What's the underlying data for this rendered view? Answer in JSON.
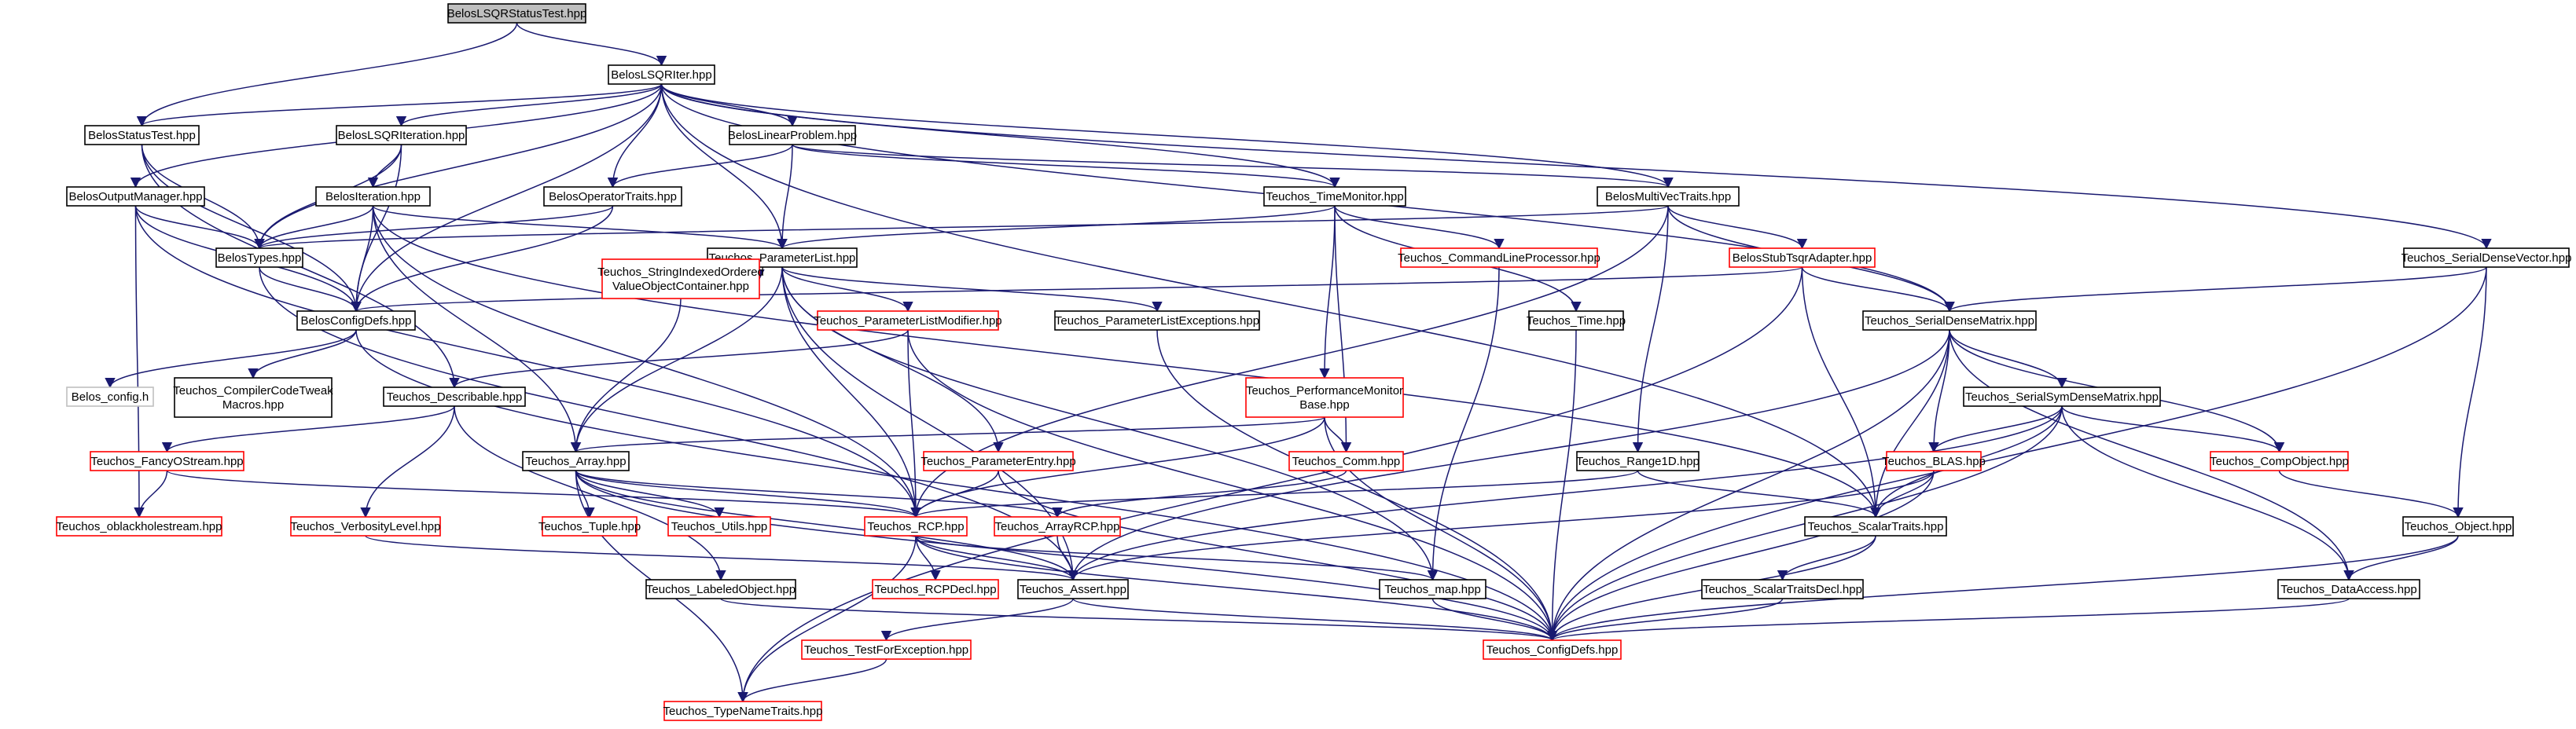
{
  "diagram": {
    "nodes": [
      {
        "id": "root",
        "lines": [
          "BelosLSQRStatusTest.hpp"
        ],
        "style": "root"
      },
      {
        "id": "lsqriter",
        "lines": [
          "BelosLSQRIter.hpp"
        ],
        "style": "black"
      },
      {
        "id": "statustest",
        "lines": [
          "BelosStatusTest.hpp"
        ],
        "style": "black"
      },
      {
        "id": "lsqriteration",
        "lines": [
          "BelosLSQRIteration.hpp"
        ],
        "style": "black"
      },
      {
        "id": "linearproblem",
        "lines": [
          "BelosLinearProblem.hpp"
        ],
        "style": "black"
      },
      {
        "id": "outputmanager",
        "lines": [
          "BelosOutputManager.hpp"
        ],
        "style": "black"
      },
      {
        "id": "iteration",
        "lines": [
          "BelosIteration.hpp"
        ],
        "style": "black"
      },
      {
        "id": "operatortraits",
        "lines": [
          "BelosOperatorTraits.hpp"
        ],
        "style": "black"
      },
      {
        "id": "timemonitor",
        "lines": [
          "Teuchos_TimeMonitor.hpp"
        ],
        "style": "black"
      },
      {
        "id": "multivectraits",
        "lines": [
          "BelosMultiVecTraits.hpp"
        ],
        "style": "black"
      },
      {
        "id": "belostypes",
        "lines": [
          "BelosTypes.hpp"
        ],
        "style": "black"
      },
      {
        "id": "parameterlist",
        "lines": [
          "Teuchos_ParameterList.hpp"
        ],
        "style": "black"
      },
      {
        "id": "cmdlineproc",
        "lines": [
          "Teuchos_CommandLineProcessor.hpp"
        ],
        "style": "red"
      },
      {
        "id": "stubtsqr",
        "lines": [
          "BelosStubTsqrAdapter.hpp"
        ],
        "style": "red"
      },
      {
        "id": "serialdensevector",
        "lines": [
          "Teuchos_SerialDenseVector.hpp"
        ],
        "style": "black"
      },
      {
        "id": "configdefs",
        "lines": [
          "BelosConfigDefs.hpp"
        ],
        "style": "black"
      },
      {
        "id": "stringindexed",
        "lines": [
          "Teuchos_StringIndexedOrdered",
          "ValueObjectContainer.hpp"
        ],
        "style": "red"
      },
      {
        "id": "paramlistmod",
        "lines": [
          "Teuchos_ParameterListModifier.hpp"
        ],
        "style": "red"
      },
      {
        "id": "paramlistexc",
        "lines": [
          "Teuchos_ParameterListExceptions.hpp"
        ],
        "style": "black"
      },
      {
        "id": "time",
        "lines": [
          "Teuchos_Time.hpp"
        ],
        "style": "black"
      },
      {
        "id": "serialdensematrix",
        "lines": [
          "Teuchos_SerialDenseMatrix.hpp"
        ],
        "style": "black"
      },
      {
        "id": "belosconfig",
        "lines": [
          "Belos_config.h"
        ],
        "style": "gray"
      },
      {
        "id": "compilertweak",
        "lines": [
          "Teuchos_CompilerCodeTweak",
          "Macros.hpp"
        ],
        "style": "black"
      },
      {
        "id": "describable",
        "lines": [
          "Teuchos_Describable.hpp"
        ],
        "style": "black"
      },
      {
        "id": "perfmonitor",
        "lines": [
          "Teuchos_PerformanceMonitor",
          "Base.hpp"
        ],
        "style": "red"
      },
      {
        "id": "serialsym",
        "lines": [
          "Teuchos_SerialSymDenseMatrix.hpp"
        ],
        "style": "black"
      },
      {
        "id": "fancyostream",
        "lines": [
          "Teuchos_FancyOStream.hpp"
        ],
        "style": "red"
      },
      {
        "id": "array",
        "lines": [
          "Teuchos_Array.hpp"
        ],
        "style": "black"
      },
      {
        "id": "paramentry",
        "lines": [
          "Teuchos_ParameterEntry.hpp"
        ],
        "style": "red"
      },
      {
        "id": "comm",
        "lines": [
          "Teuchos_Comm.hpp"
        ],
        "style": "red"
      },
      {
        "id": "range1d",
        "lines": [
          "Teuchos_Range1D.hpp"
        ],
        "style": "black"
      },
      {
        "id": "blas",
        "lines": [
          "Teuchos_BLAS.hpp"
        ],
        "style": "red"
      },
      {
        "id": "compobject",
        "lines": [
          "Teuchos_CompObject.hpp"
        ],
        "style": "red"
      },
      {
        "id": "oblackhole",
        "lines": [
          "Teuchos_oblackholestream.hpp"
        ],
        "style": "red"
      },
      {
        "id": "verbosity",
        "lines": [
          "Teuchos_VerbosityLevel.hpp"
        ],
        "style": "red"
      },
      {
        "id": "tuple",
        "lines": [
          "Teuchos_Tuple.hpp"
        ],
        "style": "red"
      },
      {
        "id": "utils",
        "lines": [
          "Teuchos_Utils.hpp"
        ],
        "style": "red"
      },
      {
        "id": "rcp",
        "lines": [
          "Teuchos_RCP.hpp"
        ],
        "style": "red"
      },
      {
        "id": "arrayrcp",
        "lines": [
          "Teuchos_ArrayRCP.hpp"
        ],
        "style": "red"
      },
      {
        "id": "scalartraits",
        "lines": [
          "Teuchos_ScalarTraits.hpp"
        ],
        "style": "black"
      },
      {
        "id": "object",
        "lines": [
          "Teuchos_Object.hpp"
        ],
        "style": "black"
      },
      {
        "id": "labeledobject",
        "lines": [
          "Teuchos_LabeledObject.hpp"
        ],
        "style": "black"
      },
      {
        "id": "rcpdecl",
        "lines": [
          "Teuchos_RCPDecl.hpp"
        ],
        "style": "red"
      },
      {
        "id": "assert",
        "lines": [
          "Teuchos_Assert.hpp"
        ],
        "style": "black"
      },
      {
        "id": "map",
        "lines": [
          "Teuchos_map.hpp"
        ],
        "style": "black"
      },
      {
        "id": "scalartraitsdecl",
        "lines": [
          "Teuchos_ScalarTraitsDecl.hpp"
        ],
        "style": "black"
      },
      {
        "id": "dataaccess",
        "lines": [
          "Teuchos_DataAccess.hpp"
        ],
        "style": "black"
      },
      {
        "id": "teuchosconfig",
        "lines": [
          "Teuchos_ConfigDefs.hpp"
        ],
        "style": "red"
      },
      {
        "id": "testforexc",
        "lines": [
          "Teuchos_TestForException.hpp"
        ],
        "style": "red"
      },
      {
        "id": "typenametraits",
        "lines": [
          "Teuchos_TypeNameTraits.hpp"
        ],
        "style": "red"
      }
    ],
    "edges": [
      [
        "root",
        "lsqriter"
      ],
      [
        "root",
        "statustest"
      ],
      [
        "lsqriter",
        "statustest"
      ],
      [
        "lsqriter",
        "lsqriteration"
      ],
      [
        "lsqriter",
        "linearproblem"
      ],
      [
        "lsqriter",
        "outputmanager"
      ],
      [
        "lsqriter",
        "operatortraits"
      ],
      [
        "lsqriter",
        "timemonitor"
      ],
      [
        "lsqriter",
        "multivectraits"
      ],
      [
        "lsqriter",
        "belostypes"
      ],
      [
        "lsqriter",
        "parameterlist"
      ],
      [
        "lsqriter",
        "configdefs"
      ],
      [
        "lsqriter",
        "serialdensevector"
      ],
      [
        "lsqriter",
        "serialdensematrix"
      ],
      [
        "lsqriter",
        "scalartraits"
      ],
      [
        "statustest",
        "belostypes"
      ],
      [
        "statustest",
        "configdefs"
      ],
      [
        "statustest",
        "describable"
      ],
      [
        "lsqriteration",
        "iteration"
      ],
      [
        "lsqriteration",
        "belostypes"
      ],
      [
        "lsqriteration",
        "configdefs"
      ],
      [
        "linearproblem",
        "operatortraits"
      ],
      [
        "linearproblem",
        "multivectraits"
      ],
      [
        "linearproblem",
        "parameterlist"
      ],
      [
        "linearproblem",
        "timemonitor"
      ],
      [
        "outputmanager",
        "belostypes"
      ],
      [
        "outputmanager",
        "configdefs"
      ],
      [
        "outputmanager",
        "oblackhole"
      ],
      [
        "outputmanager",
        "rcp"
      ],
      [
        "iteration",
        "belostypes"
      ],
      [
        "iteration",
        "configdefs"
      ],
      [
        "iteration",
        "parameterlist"
      ],
      [
        "iteration",
        "rcp"
      ],
      [
        "iteration",
        "array"
      ],
      [
        "iteration",
        "scalartraits"
      ],
      [
        "operatortraits",
        "belostypes"
      ],
      [
        "operatortraits",
        "configdefs"
      ],
      [
        "timemonitor",
        "parameterlist"
      ],
      [
        "timemonitor",
        "cmdlineproc"
      ],
      [
        "timemonitor",
        "perfmonitor"
      ],
      [
        "timemonitor",
        "time"
      ],
      [
        "timemonitor",
        "comm"
      ],
      [
        "multivectraits",
        "belostypes"
      ],
      [
        "multivectraits",
        "stubtsqr"
      ],
      [
        "multivectraits",
        "serialdensematrix"
      ],
      [
        "multivectraits",
        "range1d"
      ],
      [
        "multivectraits",
        "rcp"
      ],
      [
        "belostypes",
        "configdefs"
      ],
      [
        "belostypes",
        "assert"
      ],
      [
        "parameterlist",
        "stringindexed"
      ],
      [
        "parameterlist",
        "paramlistmod"
      ],
      [
        "parameterlist",
        "paramlistexc"
      ],
      [
        "parameterlist",
        "paramentry"
      ],
      [
        "parameterlist",
        "rcp"
      ],
      [
        "parameterlist",
        "array"
      ],
      [
        "parameterlist",
        "map"
      ],
      [
        "parameterlist",
        "assert"
      ],
      [
        "cmdlineproc",
        "map"
      ],
      [
        "stubtsqr",
        "configdefs"
      ],
      [
        "stubtsqr",
        "serialdensematrix"
      ],
      [
        "stubtsqr",
        "scalartraits"
      ],
      [
        "stubtsqr",
        "typenametraits"
      ],
      [
        "serialdensevector",
        "serialdensematrix"
      ],
      [
        "serialdensevector",
        "object"
      ],
      [
        "serialdensevector",
        "teuchosconfig"
      ],
      [
        "configdefs",
        "belosconfig"
      ],
      [
        "configdefs",
        "compilertweak"
      ],
      [
        "configdefs",
        "teuchosconfig"
      ],
      [
        "stringindexed",
        "array"
      ],
      [
        "paramlistmod",
        "describable"
      ],
      [
        "paramlistmod",
        "rcp"
      ],
      [
        "paramlistmod",
        "teuchosconfig"
      ],
      [
        "paramlistexc",
        "teuchosconfig"
      ],
      [
        "time",
        "teuchosconfig"
      ],
      [
        "serialdensematrix",
        "serialsym"
      ],
      [
        "serialdensematrix",
        "blas"
      ],
      [
        "serialdensematrix",
        "compobject"
      ],
      [
        "serialdensematrix",
        "scalartraits"
      ],
      [
        "serialdensematrix",
        "dataaccess"
      ],
      [
        "serialdensematrix",
        "assert"
      ],
      [
        "serialdensematrix",
        "teuchosconfig"
      ],
      [
        "describable",
        "fancyostream"
      ],
      [
        "describable",
        "verbosity"
      ],
      [
        "describable",
        "labeledobject"
      ],
      [
        "perfmonitor",
        "array"
      ],
      [
        "perfmonitor",
        "comm"
      ],
      [
        "perfmonitor",
        "rcp"
      ],
      [
        "perfmonitor",
        "teuchosconfig"
      ],
      [
        "serialsym",
        "blas"
      ],
      [
        "serialsym",
        "compobject"
      ],
      [
        "serialsym",
        "scalartraits"
      ],
      [
        "serialsym",
        "dataaccess"
      ],
      [
        "serialsym",
        "assert"
      ],
      [
        "serialsym",
        "teuchosconfig"
      ],
      [
        "fancyostream",
        "oblackhole"
      ],
      [
        "fancyostream",
        "rcp"
      ],
      [
        "array",
        "tuple"
      ],
      [
        "array",
        "utils"
      ],
      [
        "array",
        "rcp"
      ],
      [
        "array",
        "arrayrcp"
      ],
      [
        "array",
        "assert"
      ],
      [
        "array",
        "typenametraits"
      ],
      [
        "array",
        "teuchosconfig"
      ],
      [
        "paramentry",
        "rcp"
      ],
      [
        "paramentry",
        "teuchosconfig"
      ],
      [
        "comm",
        "arrayrcp"
      ],
      [
        "range1d",
        "rcp"
      ],
      [
        "range1d",
        "scalartraits"
      ],
      [
        "blas",
        "scalartraits"
      ],
      [
        "blas",
        "assert"
      ],
      [
        "blas",
        "teuchosconfig"
      ],
      [
        "compobject",
        "object"
      ],
      [
        "verbosity",
        "assert"
      ],
      [
        "rcp",
        "rcpdecl"
      ],
      [
        "rcp",
        "assert"
      ],
      [
        "rcp",
        "map"
      ],
      [
        "rcp",
        "typenametraits"
      ],
      [
        "rcp",
        "teuchosconfig"
      ],
      [
        "arrayrcp",
        "assert"
      ],
      [
        "scalartraits",
        "scalartraitsdecl"
      ],
      [
        "scalartraits",
        "teuchosconfig"
      ],
      [
        "object",
        "dataaccess"
      ],
      [
        "object",
        "teuchosconfig"
      ],
      [
        "labeledobject",
        "teuchosconfig"
      ],
      [
        "assert",
        "testforexc"
      ],
      [
        "assert",
        "teuchosconfig"
      ],
      [
        "map",
        "teuchosconfig"
      ],
      [
        "scalartraitsdecl",
        "teuchosconfig"
      ],
      [
        "dataaccess",
        "teuchosconfig"
      ],
      [
        "testforexc",
        "typenametraits"
      ]
    ]
  }
}
